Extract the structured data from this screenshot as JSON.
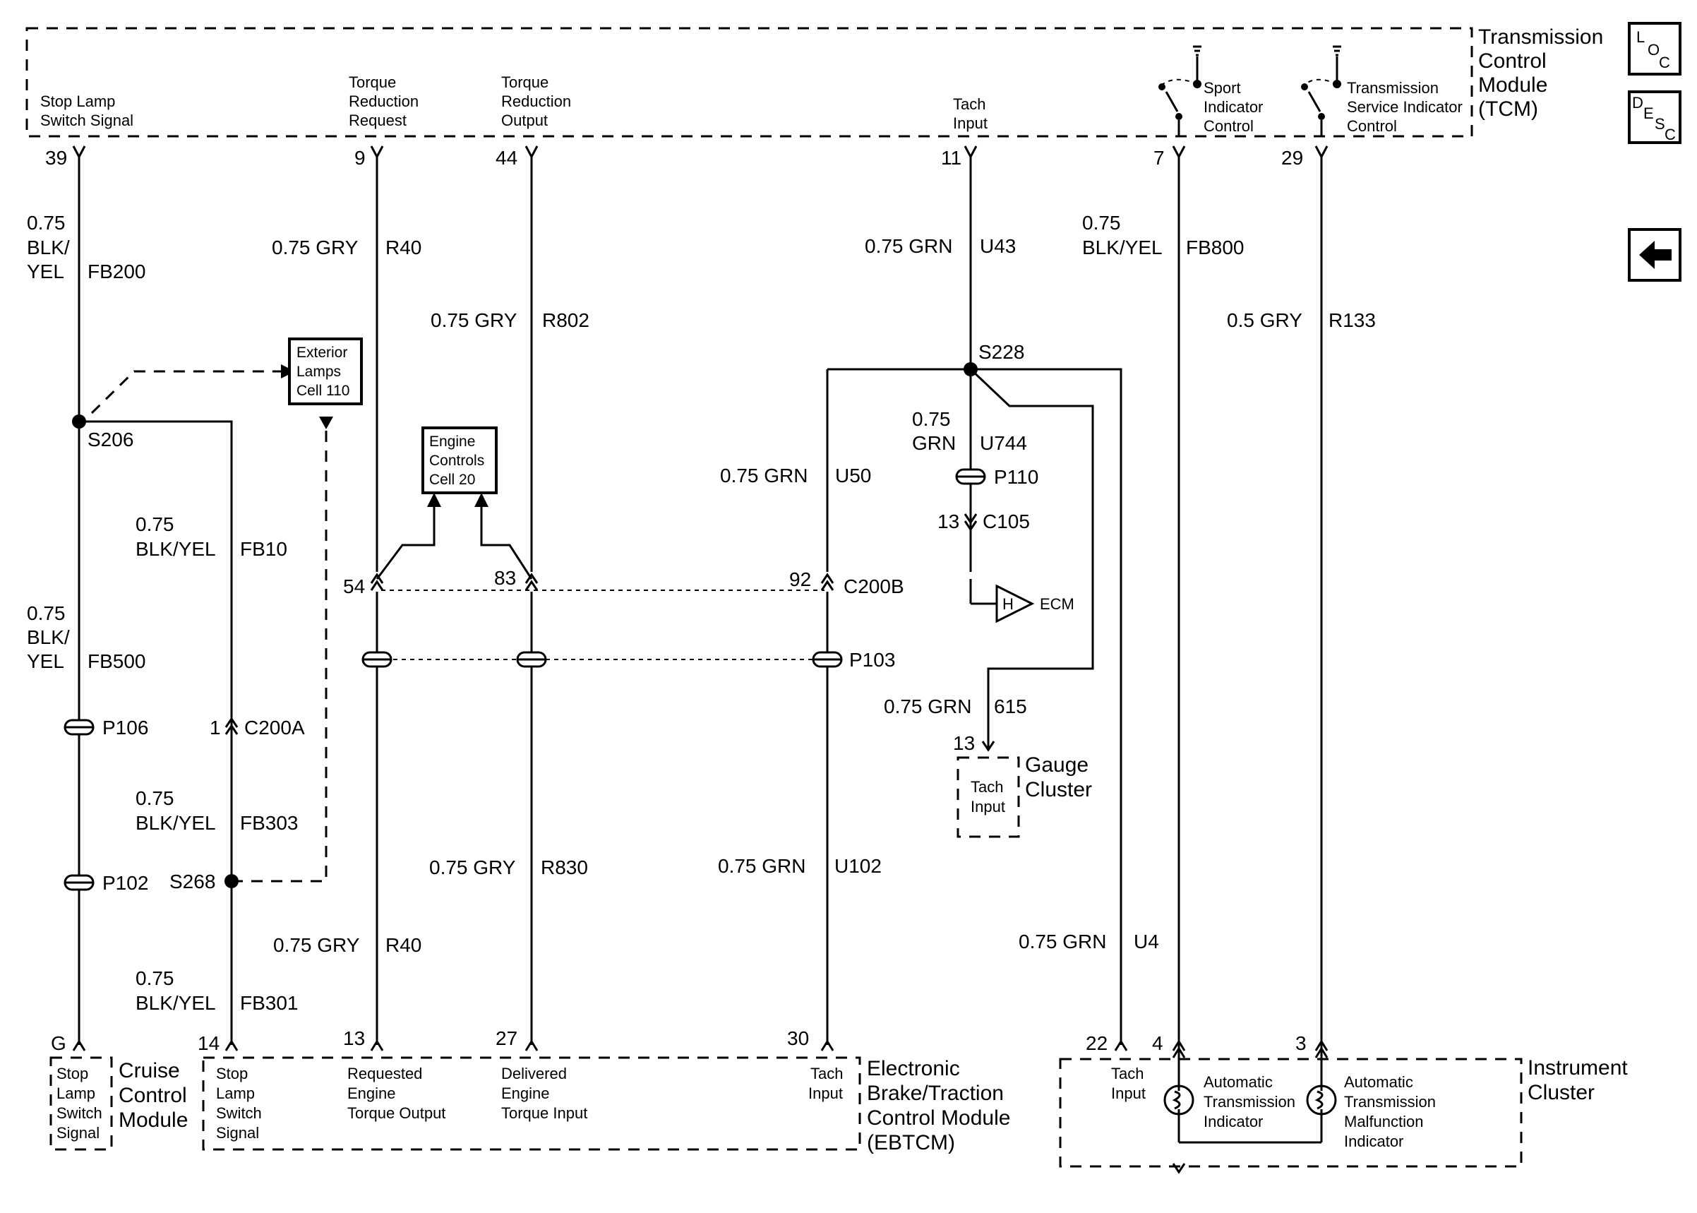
{
  "tcm": {
    "name": [
      "Transmission",
      "Control",
      "Module",
      "(TCM)"
    ],
    "pins": {
      "stop_lamp": [
        "Stop Lamp",
        "Switch Signal"
      ],
      "torque_request": [
        "Torque",
        "Reduction",
        "Request"
      ],
      "torque_output": [
        "Torque",
        "Reduction",
        "Output"
      ],
      "tach": [
        "Tach",
        "Input"
      ],
      "sport": [
        "Sport",
        "Indicator",
        "Control"
      ],
      "service": [
        "Transmission",
        "Service Indicator",
        "Control"
      ]
    },
    "pin_numbers": {
      "stop_lamp": "39",
      "torque_request": "9",
      "torque_output": "44",
      "tach": "11",
      "sport": "7",
      "service": "29"
    }
  },
  "side_icons": {
    "loc": [
      "L",
      "O",
      "C"
    ],
    "desc": [
      "D",
      "E",
      "S",
      "C"
    ],
    "back": "back-arrow"
  },
  "wires": {
    "fb200": {
      "gauge": "0.75",
      "color": [
        "BLK/",
        "YEL"
      ],
      "circuit": "FB200"
    },
    "r40_top": {
      "spec": "0.75 GRY",
      "circuit": "R40"
    },
    "r802": {
      "spec": "0.75 GRY",
      "circuit": "R802"
    },
    "u43": {
      "spec": "0.75 GRN",
      "circuit": "U43"
    },
    "fb800": {
      "gauge": "0.75",
      "color": "BLK/YEL",
      "circuit": "FB800"
    },
    "r133": {
      "spec": "0.5 GRY",
      "circuit": "R133"
    },
    "u744": {
      "gauge": "0.75",
      "color": "GRN",
      "circuit": "U744"
    },
    "u50": {
      "spec": "0.75 GRN",
      "circuit": "U50"
    },
    "fb10": {
      "gauge": "0.75",
      "color": "BLK/YEL",
      "circuit": "FB10"
    },
    "fb500": {
      "gauge": "0.75",
      "color": [
        "BLK/",
        "YEL"
      ],
      "circuit": "FB500"
    },
    "w615": {
      "spec": "0.75 GRN",
      "circuit": "615"
    },
    "fb303": {
      "gauge": "0.75",
      "color": "BLK/YEL",
      "circuit": "FB303"
    },
    "r830": {
      "spec": "0.75 GRY",
      "circuit": "R830"
    },
    "u102": {
      "spec": "0.75 GRN",
      "circuit": "U102"
    },
    "r40_bot": {
      "spec": "0.75 GRY",
      "circuit": "R40"
    },
    "u4": {
      "spec": "0.75 GRN",
      "circuit": "U4"
    },
    "fb301": {
      "gauge": "0.75",
      "color": "BLK/YEL",
      "circuit": "FB301"
    }
  },
  "splices": {
    "s206": "S206",
    "s228": "S228",
    "s268": "S268"
  },
  "connectors": {
    "c200b": "C200B",
    "c200b_pins": {
      "p54": "54",
      "p83": "83",
      "p92": "92"
    },
    "c200a": "C200A",
    "c200a_pin": "1",
    "c105": "C105",
    "c105_pin": "13",
    "p103": "P103",
    "p106": "P106",
    "p102": "P102",
    "p110": "P110"
  },
  "refs": {
    "exterior_lamps": [
      "Exterior",
      "Lamps",
      "Cell 110"
    ],
    "engine_controls": [
      "Engine",
      "Controls",
      "Cell 20"
    ],
    "ecm": "ECM",
    "ecm_pin": "H"
  },
  "gauge_cluster": {
    "name": [
      "Gauge",
      "Cluster"
    ],
    "pin": "13",
    "input": [
      "Tach",
      "Input"
    ]
  },
  "cruise": {
    "name": [
      "Cruise",
      "Control",
      "Module"
    ],
    "pin": "G",
    "input": [
      "Stop",
      "Lamp",
      "Switch",
      "Signal"
    ]
  },
  "ebtcm": {
    "name": [
      "Electronic",
      "Brake/Traction",
      "Control Module",
      "(EBTCM)"
    ],
    "pins": {
      "stop": "14",
      "requested": "13",
      "delivered": "27",
      "tach": "30"
    },
    "labels": {
      "stop": [
        "Stop",
        "Lamp",
        "Switch",
        "Signal"
      ],
      "requested": [
        "Requested",
        "Engine",
        "Torque Output"
      ],
      "delivered": [
        "Delivered",
        "Engine",
        "Torque Input"
      ],
      "tach": [
        "Tach",
        "Input"
      ]
    }
  },
  "instrument_cluster": {
    "name": [
      "Instrument",
      "Cluster"
    ],
    "pins": {
      "tach": "22",
      "auto": "4",
      "malf": "3"
    },
    "labels": {
      "tach": [
        "Tach",
        "Input"
      ],
      "auto": [
        "Automatic",
        "Transmission",
        "Indicator"
      ],
      "malf": [
        "Automatic",
        "Transmission",
        "Malfunction",
        "Indicator"
      ]
    }
  }
}
